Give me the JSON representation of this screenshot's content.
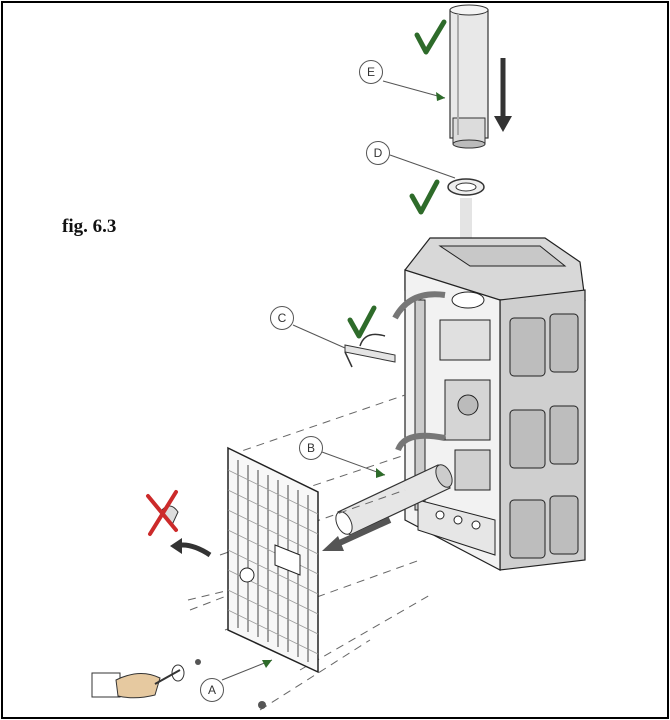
{
  "figure": {
    "label": "fig. 6.3"
  },
  "callouts": [
    {
      "id": "E",
      "text": "E"
    },
    {
      "id": "D",
      "text": "D"
    },
    {
      "id": "C",
      "text": "C"
    },
    {
      "id": "B",
      "text": "B"
    },
    {
      "id": "A",
      "text": "A"
    }
  ],
  "colors": {
    "check": "#2e6b2a",
    "cross": "#cc2a2a",
    "line": "#222222",
    "frame": "#000000"
  },
  "icons": [
    "check-icon",
    "cross-icon",
    "arrow-icon",
    "screwdriver-hand-icon",
    "screw-icon"
  ]
}
